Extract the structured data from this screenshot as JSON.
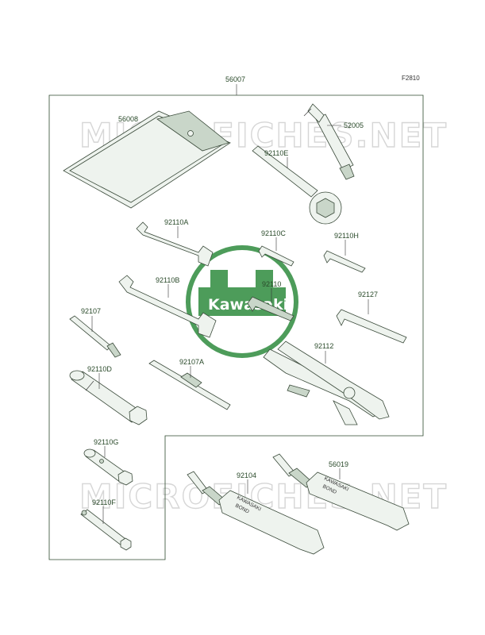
{
  "figure_id": "F2810",
  "assembly_label": "56007",
  "parts": [
    {
      "id": "p56008",
      "label": "56008"
    },
    {
      "id": "p52005",
      "label": "52005"
    },
    {
      "id": "p92110E",
      "label": "92110E"
    },
    {
      "id": "p92110A",
      "label": "92110A"
    },
    {
      "id": "p92110C",
      "label": "92110C"
    },
    {
      "id": "p92110H",
      "label": "92110H"
    },
    {
      "id": "p92110B",
      "label": "92110B"
    },
    {
      "id": "p92110",
      "label": "92110"
    },
    {
      "id": "p92127",
      "label": "92127"
    },
    {
      "id": "p92107",
      "label": "92107"
    },
    {
      "id": "p92112",
      "label": "92112"
    },
    {
      "id": "p92110D",
      "label": "92110D"
    },
    {
      "id": "p92107A",
      "label": "92107A"
    },
    {
      "id": "p92110G",
      "label": "92110G"
    },
    {
      "id": "p56019",
      "label": "56019"
    },
    {
      "id": "p92104",
      "label": "92104"
    },
    {
      "id": "p92110F",
      "label": "92110F"
    }
  ],
  "watermark": {
    "text": "MICROFICHES.NET"
  },
  "logo": {
    "text": "Kawasaki",
    "color": "#2e8b3e"
  },
  "tube_print": {
    "line1": "KAWASAKI",
    "line2": "BOND"
  },
  "colors": {
    "outline": "#2d4a2d",
    "label": "#2a4a2a",
    "tool_fill": "#eef3ee"
  }
}
